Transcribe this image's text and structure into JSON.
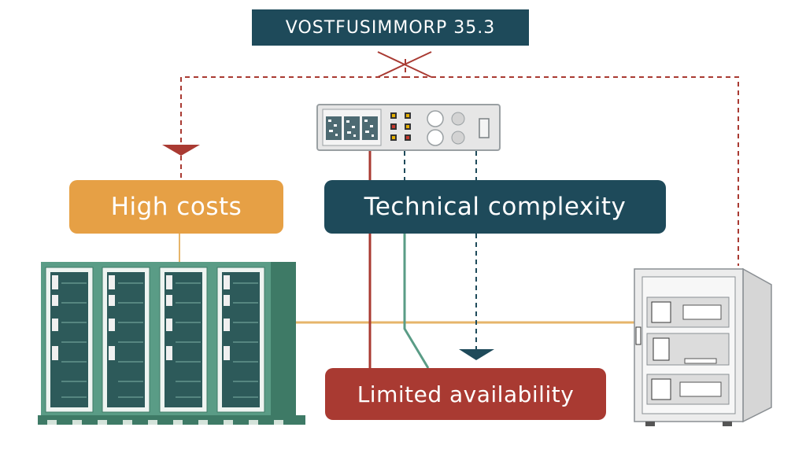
{
  "title": "VOSTFUSIMMORP 35.3",
  "nodes": {
    "high_costs": "High costs",
    "technical_complexity": "Technical complexity",
    "limited_availability": "Limited availability"
  },
  "colors": {
    "navy": "#1e4a5a",
    "amber": "#e6a045",
    "red": "#a93a32",
    "teal": "#5a9c86",
    "teal_dark": "#3e7a66",
    "rack_screen": "#2d5a5a",
    "panel_bg": "#e6e6e6",
    "cabinet_bg": "#ececec",
    "line_orange": "#e6b56a"
  },
  "icons": {
    "server_racks": "server-rack-icon",
    "control_panel": "control-panel-icon",
    "server_cabinet": "server-cabinet-icon"
  }
}
